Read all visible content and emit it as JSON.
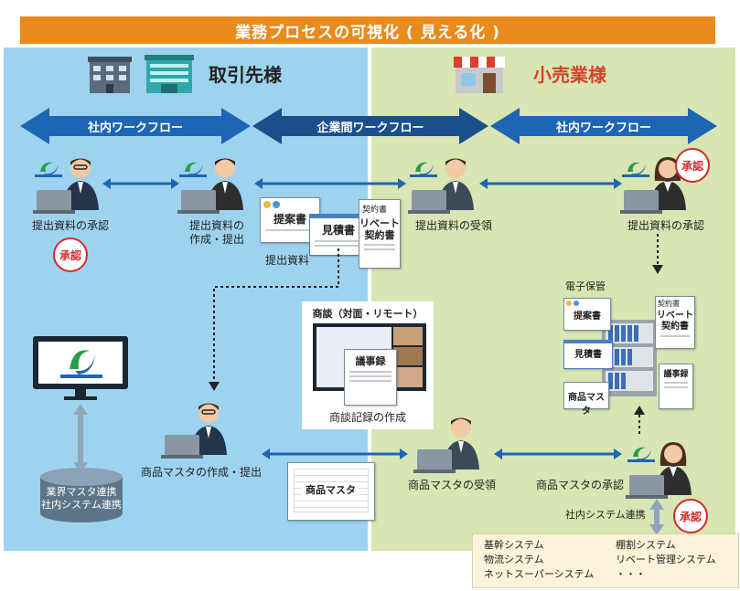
{
  "banner": {
    "title": "業務プロセスの可視化 ( 見える化 )"
  },
  "zones": {
    "left": {
      "title": "取引先様"
    },
    "right": {
      "title": "小売業様"
    }
  },
  "arrows": {
    "left": "社内ワークフロー",
    "center": "企業間ワークフロー",
    "right": "社内ワークフロー"
  },
  "steps": {
    "approve_left": "提出資料の承認",
    "create_line1": "提出資料の",
    "create_line2": "作成・提出",
    "receive": "提出資料の受領",
    "approve_right": "提出資料の承認",
    "master_create": "商品マスタの作成・提出",
    "master_receive": "商品マスタの受領",
    "master_approve": "商品マスタの承認"
  },
  "stamp": "承認",
  "documents": {
    "proposal": "提案書",
    "estimate": "見積書",
    "contract": "契約書",
    "rebate_line1": "リベート",
    "rebate_line2": "契約書",
    "submitted_label": "提出資料",
    "minutes": "議事録",
    "product_master": "商品マスタ"
  },
  "meeting": {
    "title": "商談（対面・リモート）",
    "caption": "商談記録の作成"
  },
  "storage": {
    "title": "電子保管"
  },
  "database": {
    "line1": "業界マスタ連携",
    "line2": "社内システム連携"
  },
  "integration": {
    "label": "社内システム連携"
  },
  "systems": {
    "col1": [
      "基幹システム",
      "物流システム",
      "ネットスーパーシステム"
    ],
    "col2": [
      "棚割システム",
      "リベート管理システム",
      "・・・"
    ]
  },
  "colors": {
    "banner": "#e88a1c",
    "left_zone": "#9ed3ef",
    "right_zone": "#d7e6b3",
    "arrow": "#1e66b3",
    "arrow_dark": "#1b4f8c",
    "stamp": "#d42b2b",
    "system_box": "#fdf3da"
  }
}
